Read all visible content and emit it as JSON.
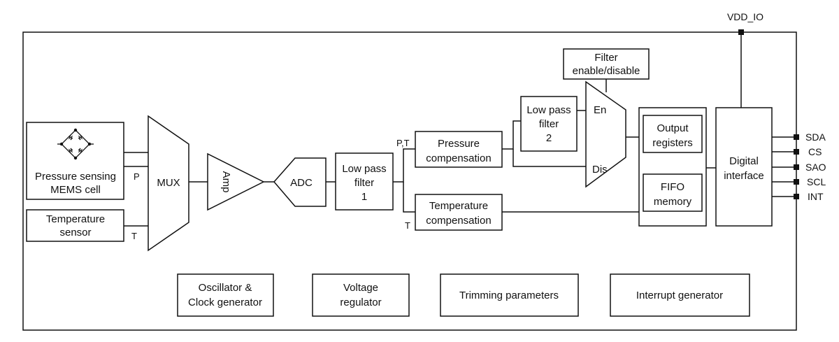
{
  "blocks": {
    "pressure_sensing": {
      "line1": "Pressure sensing",
      "line2": "MEMS cell"
    },
    "temperature_sensor": {
      "line1": "Temperature",
      "line2": "sensor"
    },
    "mux": "MUX",
    "amp": "Amp",
    "adc": "ADC",
    "low_pass_filter_1": {
      "line1": "Low pass",
      "line2": "filter",
      "line3": "1"
    },
    "pressure_compensation": {
      "line1": "Pressure",
      "line2": "compensation"
    },
    "temperature_compensation": {
      "line1": "Temperature",
      "line2": "compensation"
    },
    "low_pass_filter_2": {
      "line1": "Low pass",
      "line2": "filter",
      "line3": "2"
    },
    "filter_enable": {
      "line1": "Filter",
      "line2": "enable/disable"
    },
    "switch": {
      "en": "En",
      "dis": "Dis"
    },
    "output_registers": {
      "line1": "Output",
      "line2": "registers"
    },
    "fifo_memory": {
      "line1": "FIFO",
      "line2": "memory"
    },
    "digital_interface": {
      "line1": "Digital",
      "line2": "interface"
    },
    "oscillator": {
      "line1": "Oscillator &",
      "line2": "Clock generator"
    },
    "voltage_regulator": {
      "line1": "Voltage",
      "line2": "regulator"
    },
    "trimming": "Trimming parameters",
    "interrupt_generator": "Interrupt generator"
  },
  "signals": {
    "p": "P",
    "t": "T",
    "pt": "P,T",
    "t_branch": "T"
  },
  "pins": {
    "vdd_io": "VDD_IO",
    "sda": "SDA",
    "cs": "CS",
    "sao": "SAO",
    "scl": "SCL",
    "int": "INT"
  }
}
